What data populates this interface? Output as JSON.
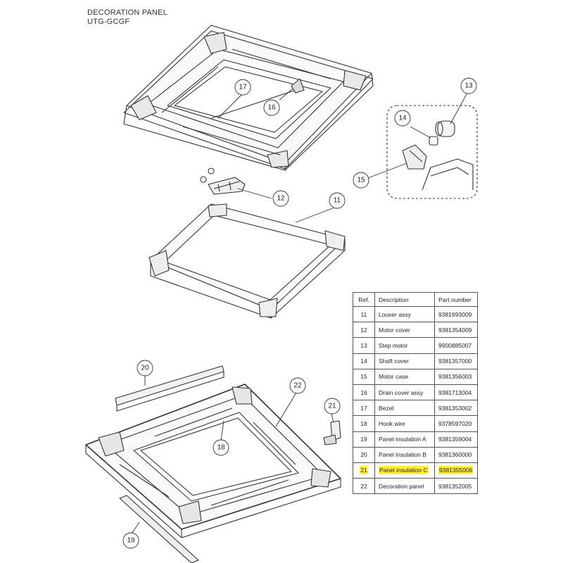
{
  "title": {
    "line1": "DECORATION PANEL",
    "line2": "UTG-GCGF"
  },
  "table": {
    "headers": [
      "Ref.",
      "Description",
      "Part number"
    ],
    "rows": [
      {
        "ref": "11",
        "description": "Louver assy",
        "part_number": "9381693009",
        "highlighted": false
      },
      {
        "ref": "12",
        "description": "Motor cover",
        "part_number": "9381354009",
        "highlighted": false
      },
      {
        "ref": "13",
        "description": "Step motor",
        "part_number": "9900885007",
        "highlighted": false
      },
      {
        "ref": "14",
        "description": "Shaft cover",
        "part_number": "9381357000",
        "highlighted": false
      },
      {
        "ref": "15",
        "description": "Motor case",
        "part_number": "9381356003",
        "highlighted": false
      },
      {
        "ref": "16",
        "description": "Drain cover assy",
        "part_number": "9381713004",
        "highlighted": false
      },
      {
        "ref": "17",
        "description": "Bezel",
        "part_number": "9381353002",
        "highlighted": false
      },
      {
        "ref": "18",
        "description": "Hook wire",
        "part_number": "9378597020",
        "highlighted": false
      },
      {
        "ref": "19",
        "description": "Panel insulation A",
        "part_number": "9381359004",
        "highlighted": false
      },
      {
        "ref": "20",
        "description": "Panel insulation B",
        "part_number": "9381360000",
        "highlighted": false
      },
      {
        "ref": "21",
        "description": "Panel insulation C",
        "part_number": "9381355006",
        "highlighted": true
      },
      {
        "ref": "22",
        "description": "Decoration panel",
        "part_number": "9381352005",
        "highlighted": false
      }
    ]
  },
  "callouts": {
    "c11": "11",
    "c12": "12",
    "c13": "13",
    "c14": "14",
    "c15": "15",
    "c16": "16",
    "c17": "17",
    "c18": "18",
    "c19": "19",
    "c20": "20",
    "c21": "21",
    "c22": "22"
  },
  "colors": {
    "highlight": "#ffee33",
    "line": "#333333"
  }
}
